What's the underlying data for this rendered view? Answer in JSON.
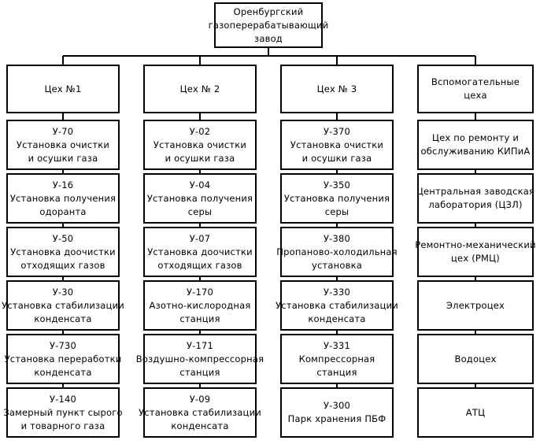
{
  "diagram": {
    "title": "Оренбургский газоперерабатывающий завод",
    "root": {
      "lines": [
        "Оренбургский",
        "газоперерабатывающий",
        "завод"
      ]
    },
    "columns": [
      {
        "header": {
          "lines": [
            "Цех №1"
          ]
        },
        "items": [
          {
            "lines": [
              "У-70",
              "Установка очистки",
              "и осушки газа"
            ]
          },
          {
            "lines": [
              "У-16",
              "Установка получения",
              "одоранта"
            ]
          },
          {
            "lines": [
              "У-50",
              "Установка доочистки",
              "отходящих газов"
            ]
          },
          {
            "lines": [
              "У-30",
              "Установка стабилизации",
              "конденсата"
            ]
          },
          {
            "lines": [
              "У-730",
              "Установка переработки",
              "конденсата"
            ]
          },
          {
            "lines": [
              "У-140",
              "Замерный пункт сырого",
              "и товарного газа"
            ]
          }
        ]
      },
      {
        "header": {
          "lines": [
            "Цех № 2"
          ]
        },
        "items": [
          {
            "lines": [
              "У-02",
              "Установка очистки",
              "и осушки газа"
            ]
          },
          {
            "lines": [
              "У-04",
              "Установка получения",
              "серы"
            ]
          },
          {
            "lines": [
              "У-07",
              "Установка доочистки",
              "отходящих газов"
            ]
          },
          {
            "lines": [
              "У-170",
              "Азотно-кислородная",
              "станция"
            ]
          },
          {
            "lines": [
              "У-171",
              "Воздушно-компрессорная",
              "станция"
            ]
          },
          {
            "lines": [
              "У-09",
              "Установка стабилизации",
              "конденсата"
            ]
          }
        ]
      },
      {
        "header": {
          "lines": [
            "Цех № 3"
          ]
        },
        "items": [
          {
            "lines": [
              "У-370",
              "Установка очистки",
              "и осушки газа"
            ]
          },
          {
            "lines": [
              "У-350",
              "Установка получения",
              "серы"
            ]
          },
          {
            "lines": [
              "У-380",
              "Пропаново-холодильная",
              "установка"
            ]
          },
          {
            "lines": [
              "У-330",
              "Установка стабилизации",
              "конденсата"
            ]
          },
          {
            "lines": [
              "У-331",
              "Компрессорная",
              "станция"
            ]
          },
          {
            "lines": [
              "У-300",
              "Парк хранения ПБФ"
            ]
          }
        ]
      },
      {
        "header": {
          "lines": [
            "Вспомогательные",
            "цеха"
          ]
        },
        "items": [
          {
            "lines": [
              "Цех по ремонту и",
              "обслуживанию КИПиА"
            ]
          },
          {
            "lines": [
              "Центральная заводская",
              "лаборатория (ЦЗЛ)"
            ]
          },
          {
            "lines": [
              "Ремонтно-механический",
              "цех (РМЦ)"
            ]
          },
          {
            "lines": [
              "Электроцех"
            ]
          },
          {
            "lines": [
              "Водоцех"
            ]
          },
          {
            "lines": [
              "АТЦ"
            ]
          }
        ]
      }
    ],
    "style": {
      "stroke": "#000000",
      "fill": "#ffffff",
      "text": "#000000"
    }
  }
}
